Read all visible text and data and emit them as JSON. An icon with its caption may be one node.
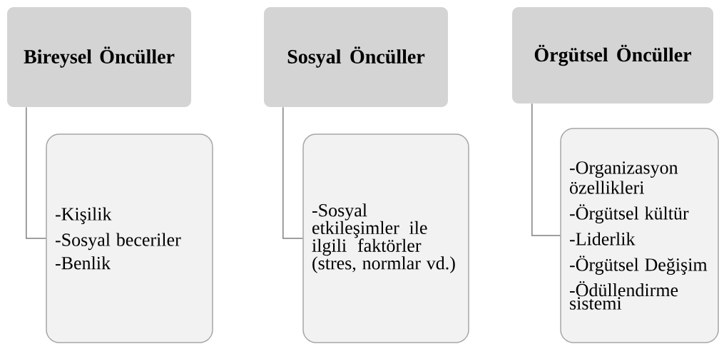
{
  "diagram": {
    "nodes": [
      {
        "text": [
          "Bireysel Öncüller"
        ]
      },
      {
        "text": [
          "-Kişilik",
          "-Sosyal beceriler",
          "-Benlik"
        ]
      },
      {
        "text": [
          "Sosyal Öncüller"
        ]
      },
      {
        "text": [
          "-Sosyal etkileşimler ile ilgili faktörler (stres, normlar vd.)"
        ]
      },
      {
        "text": [
          "Örgütsel Öncüller"
        ]
      },
      {
        "text": [
          "-Organizasyon özellikleri",
          "-Örgütsel kültür",
          "-Liderlik",
          "-Örgütsel Değişim",
          "-Ödüllendirme sistemi"
        ]
      }
    ],
    "edges": [
      {
        "from": 0,
        "to": 1,
        "arrow": "none"
      },
      {
        "from": 2,
        "to": 3,
        "arrow": "none"
      },
      {
        "from": 4,
        "to": 5,
        "arrow": "none"
      }
    ]
  }
}
